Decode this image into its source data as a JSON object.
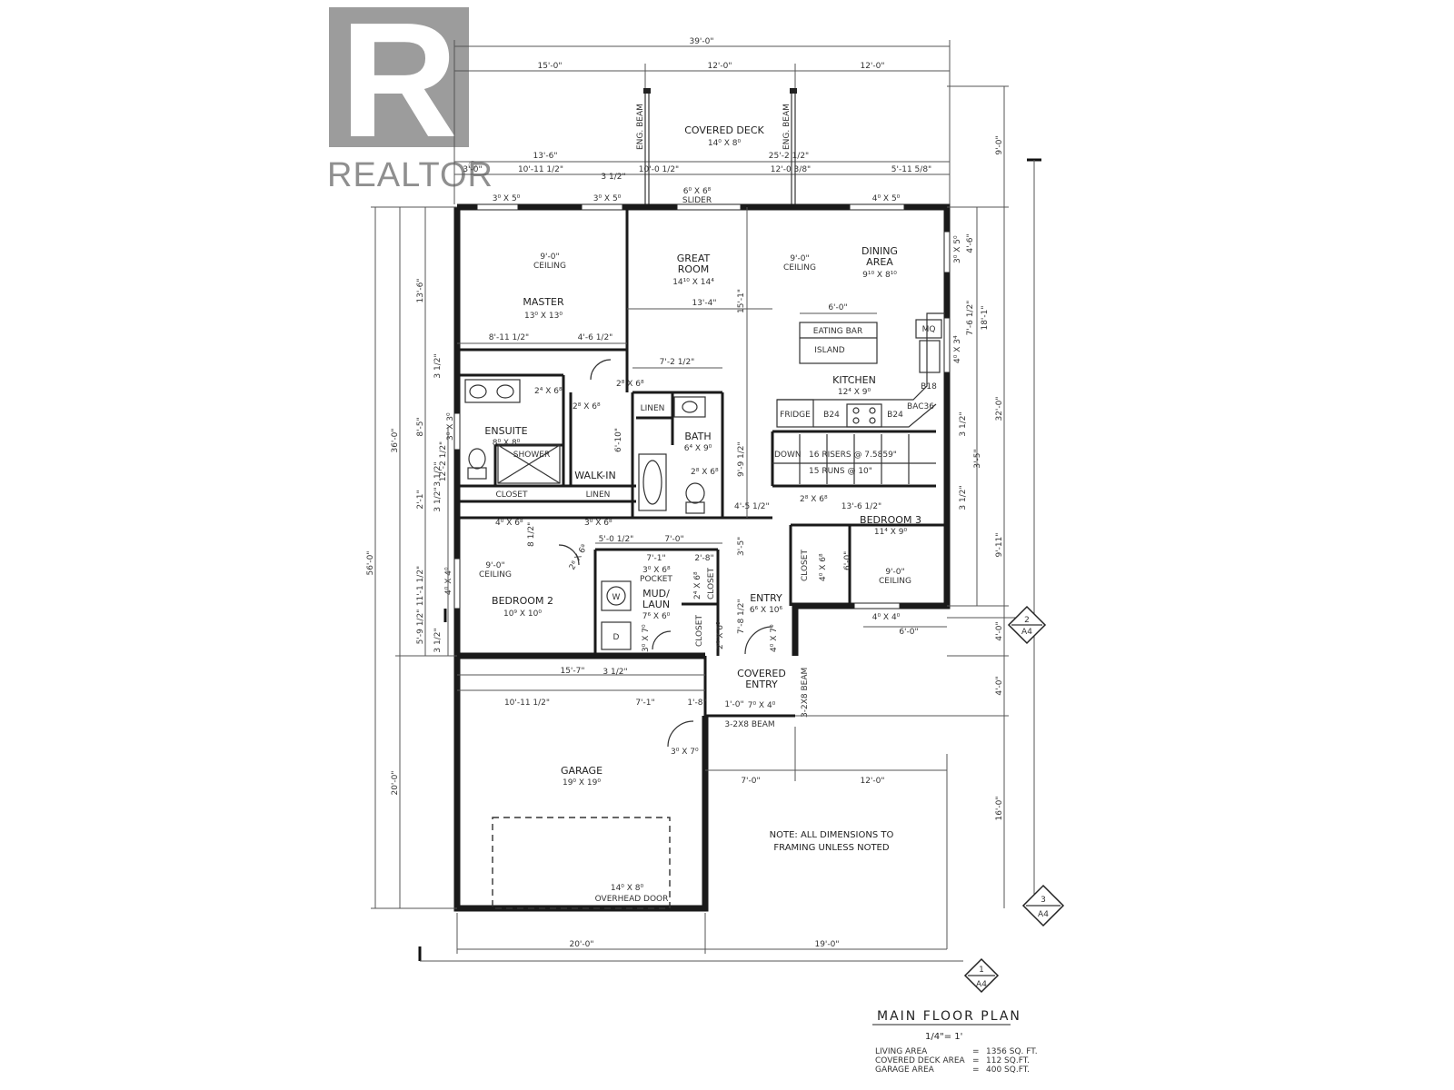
{
  "logo": {
    "text": "REALTOR",
    "mark": "R",
    "reg": "®"
  },
  "rooms": {
    "covered_deck": {
      "name": "COVERED DECK",
      "size": "14⁰ X 8⁰"
    },
    "master": {
      "name": "MASTER",
      "size": "13⁰ X 13⁰",
      "ceiling_a": "9'-0\"",
      "ceiling_b": "CEILING"
    },
    "great_room": {
      "name_a": "GREAT",
      "name_b": "ROOM",
      "size": "14¹⁰ X 14⁴"
    },
    "dining": {
      "name_a": "DINING",
      "name_b": "AREA",
      "size": "9¹⁰ X 8¹⁰",
      "ceiling_a": "9'-0\"",
      "ceiling_b": "CEILING"
    },
    "kitchen": {
      "name": "KITCHEN",
      "size": "12⁴ X 9⁰",
      "eating_bar": "EATING BAR",
      "island": "ISLAND"
    },
    "ensuite": {
      "name": "ENSUITE",
      "size": "8⁰ X 8⁰",
      "shower": "SHOWER"
    },
    "walk_in": {
      "name": "WALK-IN"
    },
    "bath": {
      "name": "BATH",
      "size": "6⁴ X 9⁰",
      "linen": "LINEN"
    },
    "bedroom2": {
      "name": "BEDROOM 2",
      "size": "10⁹ X 10⁰",
      "ceiling_a": "9'-0\"",
      "ceiling_b": "CEILING"
    },
    "bedroom3": {
      "name": "BEDROOM 3",
      "size": "11⁴ X 9⁰",
      "ceiling_a": "9'-0\"",
      "ceiling_b": "CEILING"
    },
    "mud_laun": {
      "name_a": "MUD/",
      "name_b": "LAUN",
      "size": "7⁶ X 6⁰",
      "pocket": "POCKET"
    },
    "entry": {
      "name": "ENTRY",
      "size": "6⁶ X 10⁶"
    },
    "covered_entry": {
      "name_a": "COVERED",
      "name_b": "ENTRY",
      "size": "7⁰ X 4⁰"
    },
    "garage": {
      "name": "GARAGE",
      "size": "19⁰ X 19⁰",
      "door_size": "14⁰ X 8⁰",
      "door_label": "OVERHEAD DOOR"
    }
  },
  "fixtures": {
    "fridge": "FRIDGE",
    "b24a": "B24",
    "b24b": "B24",
    "bac36": "BAC36",
    "b18": "B18",
    "mq": "MQ",
    "closet": "CLOSET",
    "linen": "LINEN",
    "w": "W",
    "d": "D",
    "down": "DOWN",
    "risers": "16 RISERS @ 7.5859\"",
    "runs": "15 RUNS @ 10\"",
    "eng_beam_a": "ENG. BEAM",
    "eng_beam_b": "ENG. BEAM",
    "beam_h": "3-2X8 BEAM",
    "beam_v": "3-2X8 BEAM"
  },
  "openings": {
    "w1": "3⁰ X 5⁰",
    "w2": "3⁰ X 5⁰",
    "slider": "6⁰ X 6⁸",
    "slider_lbl": "SLIDER",
    "w3": "4⁰ X 5⁰",
    "w4": "3⁰ X 5⁰",
    "w5": "4⁰ X 3⁴",
    "w6": "3⁰ X 3⁰",
    "w7": "4⁰ X 4⁰",
    "w8": "4⁰ X 4⁰",
    "d1": "2⁸ X 6⁸",
    "d2": "2⁴ X 6⁸",
    "d3": "2⁸ X 6⁸",
    "d4": "2⁸ X 6⁸",
    "d5": "2⁸ X 6⁸",
    "d6": "4⁰ X 6⁸",
    "d7": "3⁰ X 6⁸",
    "d8": "2⁸ X 6⁸",
    "d9": "3⁰ X 6⁸",
    "d10": "2⁴ X 6⁸",
    "d11": "2⁴ X 6⁸",
    "d12": "3⁰ X 7⁰",
    "d13": "4⁰ X 7⁰",
    "d14": "3⁰ X 7⁰",
    "d15": "4⁰ X 6⁸"
  },
  "dims": {
    "top_total": "39'-0\"",
    "top_a": "15'-0\"",
    "top_b": "12'-0\"",
    "top_c": "12'-0\"",
    "r2_a": "13'-6\"",
    "r2_b": "25'-2 1/2\"",
    "r3_a": "3'-0\"",
    "r3_b": "10'-11 1/2\"",
    "r3_c": "3 1/2\"",
    "r3_d": "10'-0 1/2\"",
    "r3_e": "12'-0 3/8\"",
    "r3_f": "5'-11 5/8\"",
    "i_8_11": "8'-11 1/2\"",
    "i_4_6": "4'-6 1/2\"",
    "i_13_4": "13'-4\"",
    "i_6_0": "6'-0\"",
    "i_15_1": "15'-1\"",
    "i_7_2": "7'-2 1/2\"",
    "i_6_10": "6'-10\"",
    "i_9_9": "9'-9 1/2\"",
    "i_4_5": "4'-5 1/2\"",
    "i_13_6": "13'-6 1/2\"",
    "i_5_0": "5'-0 1/2\"",
    "i_7_0": "7'-0\"",
    "i_8h": "8 1/2\"",
    "i_7_1": "7'-1\"",
    "i_2_8": "2'-8\"",
    "i_3_5": "3'-5\"",
    "i_7_8": "7'-8 1/2\"",
    "i_6_0b": "6'-0\"",
    "i_6_0c": "6'-0\"",
    "i_15_7": "15'-7\"",
    "i_10_11": "10'-11 1/2\"",
    "i_7_1b": "7'-1\"",
    "i_3h": "3 1/2\"",
    "i_1_0": "1'-0\"",
    "i_1_8": "1'-8\"",
    "i_7_0b": "7'-0\"",
    "i_12_0b": "12'-0\"",
    "left_56": "56'-0\"",
    "left_36": "36'-0\"",
    "left_20": "20'-0\"",
    "left_13_6": "13'-6\"",
    "left_3h": "3 1/2\"",
    "left_8_5": "8'-5\"",
    "left_2_1": "2'-1\"",
    "left_11_1": "11'-1 1/2\"",
    "left_12_2": "12'-2 1/2\"",
    "left_3h_b": "3 1/2\"",
    "left_3h_c": "3 1/2\"",
    "left_5_9": "5'-9 1/2\"",
    "left_3h_d": "3 1/2\"",
    "right_9": "9'-0\"",
    "right_32": "32'-0\"",
    "right_4a": "4'-0\"",
    "right_4b": "4'-0\"",
    "right_16": "16'-0\"",
    "right_4_6": "4'-6\"",
    "right_7_6": "7'-6 1/2\"",
    "right_18_1": "18'-1\"",
    "right_3h": "3 1/2\"",
    "right_3_5": "3'-5\"",
    "right_3h_b": "3 1/2\"",
    "right_9_11": "9'-11\"",
    "bot_a": "20'-0\"",
    "bot_b": "19'-0\""
  },
  "section_tags": [
    {
      "num": "2",
      "sheet": "A4"
    },
    {
      "num": "3",
      "sheet": "A4"
    },
    {
      "num": "1",
      "sheet": "A4"
    }
  ],
  "note": {
    "line1": "NOTE:  ALL DIMENSIONS TO",
    "line2": "FRAMING UNLESS NOTED"
  },
  "title_block": {
    "title": "MAIN FLOOR PLAN",
    "scale": "1/4\"= 1'",
    "areas": [
      {
        "label": "LIVING AREA",
        "eq": "=",
        "value": "1356 SQ. FT."
      },
      {
        "label": "COVERED DECK AREA",
        "eq": "=",
        "value": "112 SQ.FT."
      },
      {
        "label": "GARAGE AREA",
        "eq": "=",
        "value": "400 SQ.FT."
      }
    ]
  }
}
